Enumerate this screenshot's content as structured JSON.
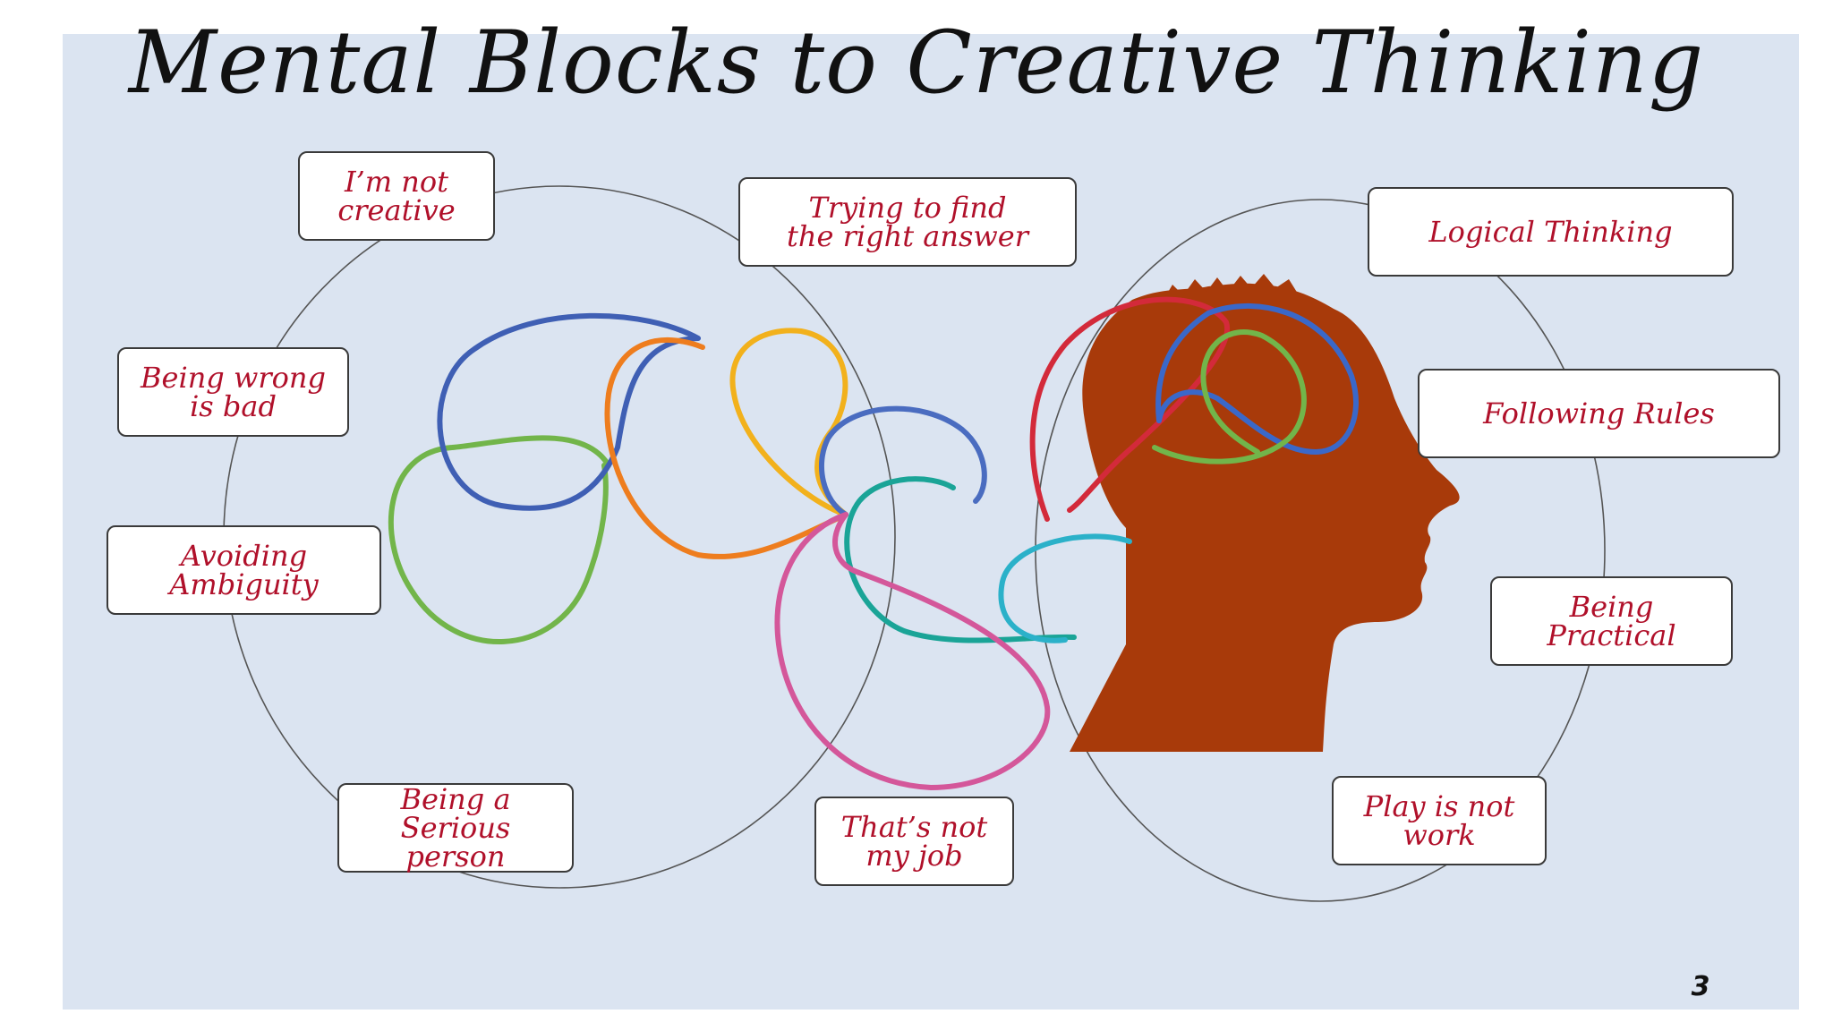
{
  "slide": {
    "title": "Mental Blocks to Creative Thinking",
    "page_number": "3"
  },
  "blocks": [
    {
      "id": "not-creative",
      "label": "I’m not creative"
    },
    {
      "id": "right-answer",
      "label": "Trying to find the right answer"
    },
    {
      "id": "logical-thinking",
      "label": "Logical Thinking"
    },
    {
      "id": "being-wrong",
      "label": "Being wrong is bad"
    },
    {
      "id": "following-rules",
      "label": "Following Rules"
    },
    {
      "id": "avoiding-ambiguity",
      "label": "Avoiding Ambiguity"
    },
    {
      "id": "being-practical",
      "label": "Being Practical"
    },
    {
      "id": "serious-person",
      "label": "Being a Serious person"
    },
    {
      "id": "not-my-job",
      "label": "That’s not my job"
    },
    {
      "id": "play-not-work",
      "label": "Play is not work"
    }
  ],
  "colors": {
    "background": "#dbe4f1",
    "label_text": "#b0102a",
    "head": "#a83a0a"
  }
}
